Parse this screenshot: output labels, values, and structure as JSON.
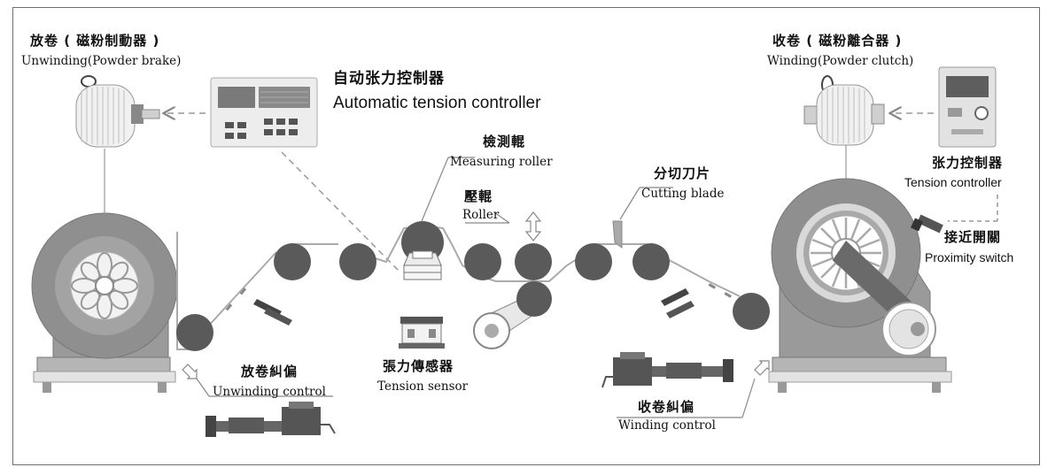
{
  "labels": {
    "unwinding_zh": "放卷 ( 磁粉制動器 )",
    "unwinding_en": "Unwinding(Powder brake)",
    "controller_zh": "自动张力控制器",
    "controller_en": "Automatic tension controller",
    "measuring_zh": "檢測輥",
    "measuring_en": "Measuring roller",
    "roller_zh": "壓輥",
    "roller_en": "Roller",
    "blade_zh": "分切刀片",
    "blade_en": "Cutting blade",
    "winding_zh": "收卷 ( 磁粉離合器 )",
    "winding_en": "Winding(Powder clutch)",
    "tc_zh": "张力控制器",
    "tc_en": "Tension controller",
    "prox_zh": "接近開關",
    "prox_en": "Proximity switch",
    "unwind_ctrl_zh": "放卷糾偏",
    "unwind_ctrl_en": "Unwinding control",
    "sensor_zh": "張力傳感器",
    "sensor_en": "Tension sensor",
    "wind_ctrl_zh": "收卷糾偏",
    "wind_ctrl_en": "Winding control"
  },
  "colors": {
    "roller_fill": "#5a5a5a",
    "machine_fill": "#8c8c8c",
    "machine_light": "#cfcfcf",
    "line": "#7a7a7a"
  }
}
